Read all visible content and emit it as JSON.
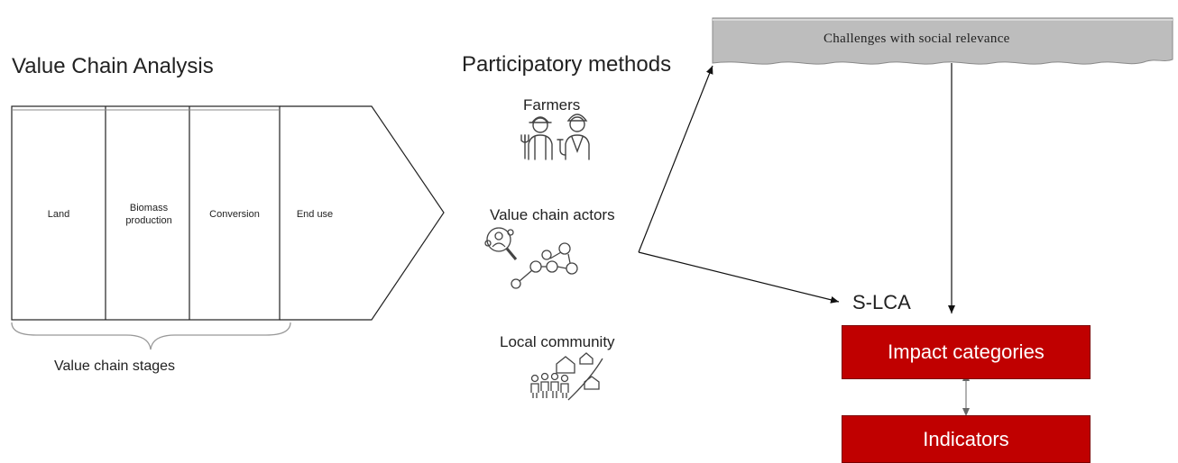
{
  "value_chain": {
    "title": "Value Chain Analysis",
    "stages": [
      "Land",
      "Biomass production",
      "Conversion",
      "End use"
    ],
    "stages_caption": "Value chain stages"
  },
  "participatory": {
    "title": "Participatory methods",
    "groups": [
      {
        "label": "Farmers",
        "icon": "farmer-workers-icon"
      },
      {
        "label": "Value chain actors",
        "icon": "network-people-icon"
      },
      {
        "label": "Local community",
        "icon": "community-houses-icon"
      }
    ]
  },
  "challenges": {
    "label": "Challenges with social relevance"
  },
  "slca": {
    "title": "S-LCA",
    "boxes": [
      "Impact categories",
      "Indicators"
    ]
  },
  "colors": {
    "red_box": "#c00000",
    "banner": "#bdbdbd"
  }
}
